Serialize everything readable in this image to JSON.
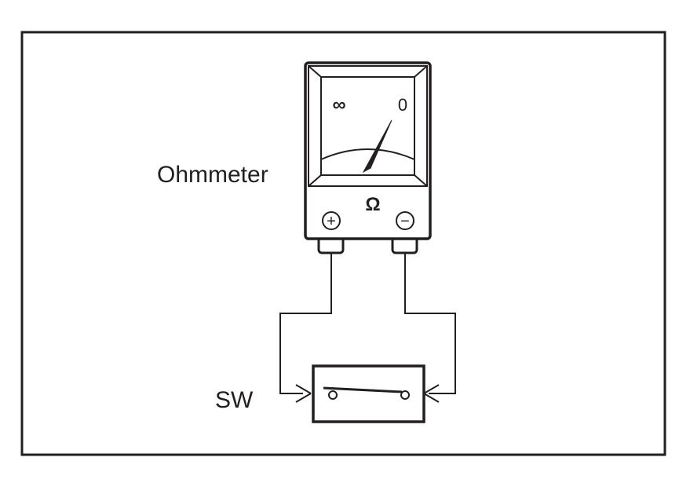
{
  "labels": {
    "meter": "Ohmmeter",
    "switch": "SW",
    "infinity": "∞",
    "zero": "0",
    "ohm": "Ω",
    "plus_terminal": "+",
    "minus_terminal": "−"
  },
  "colors": {
    "line": "#231f20",
    "background": "#ffffff"
  }
}
